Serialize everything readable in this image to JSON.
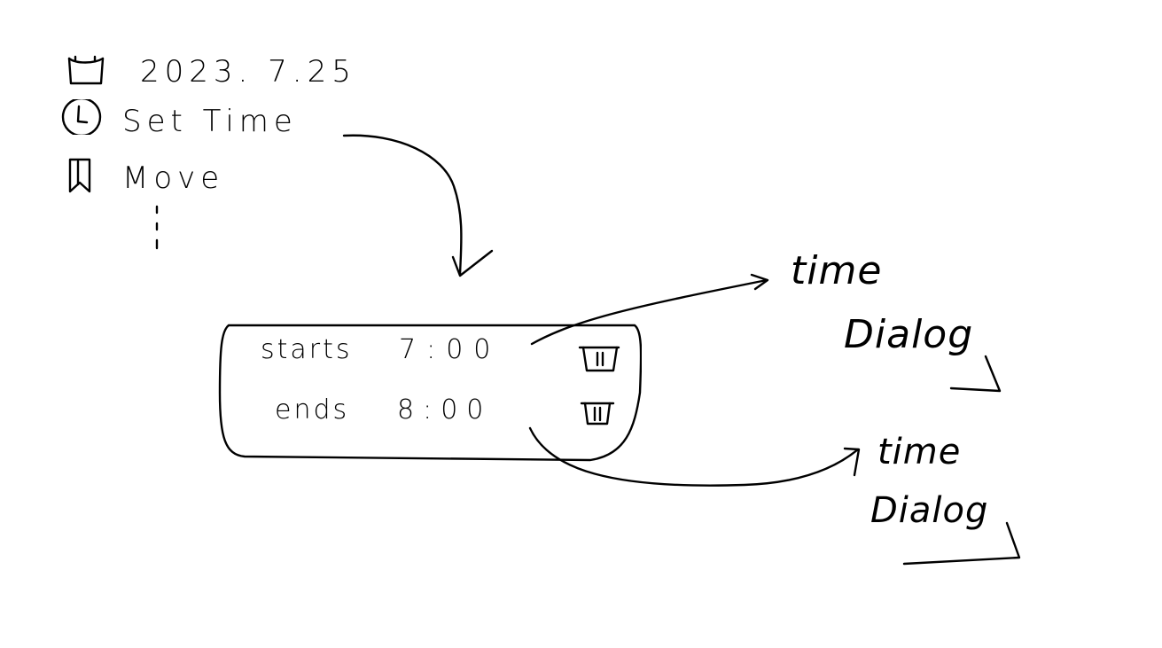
{
  "menu": {
    "date": {
      "icon": "calendar-icon",
      "label": "2023. 7.25"
    },
    "set_time": {
      "icon": "clock-icon",
      "label": "Set Time"
    },
    "move": {
      "icon": "bookmark-icon",
      "label": "Move"
    }
  },
  "time_panel": {
    "starts": {
      "label": "starts",
      "time": "7:00",
      "icon": "trash-icon"
    },
    "ends": {
      "label": "ends",
      "time": "8:00",
      "icon": "trash-icon"
    }
  },
  "dialogs": {
    "start_dialog": {
      "line1": "time",
      "line2": "Dialog"
    },
    "end_dialog": {
      "line1": "time",
      "line2": "Dialog"
    }
  }
}
